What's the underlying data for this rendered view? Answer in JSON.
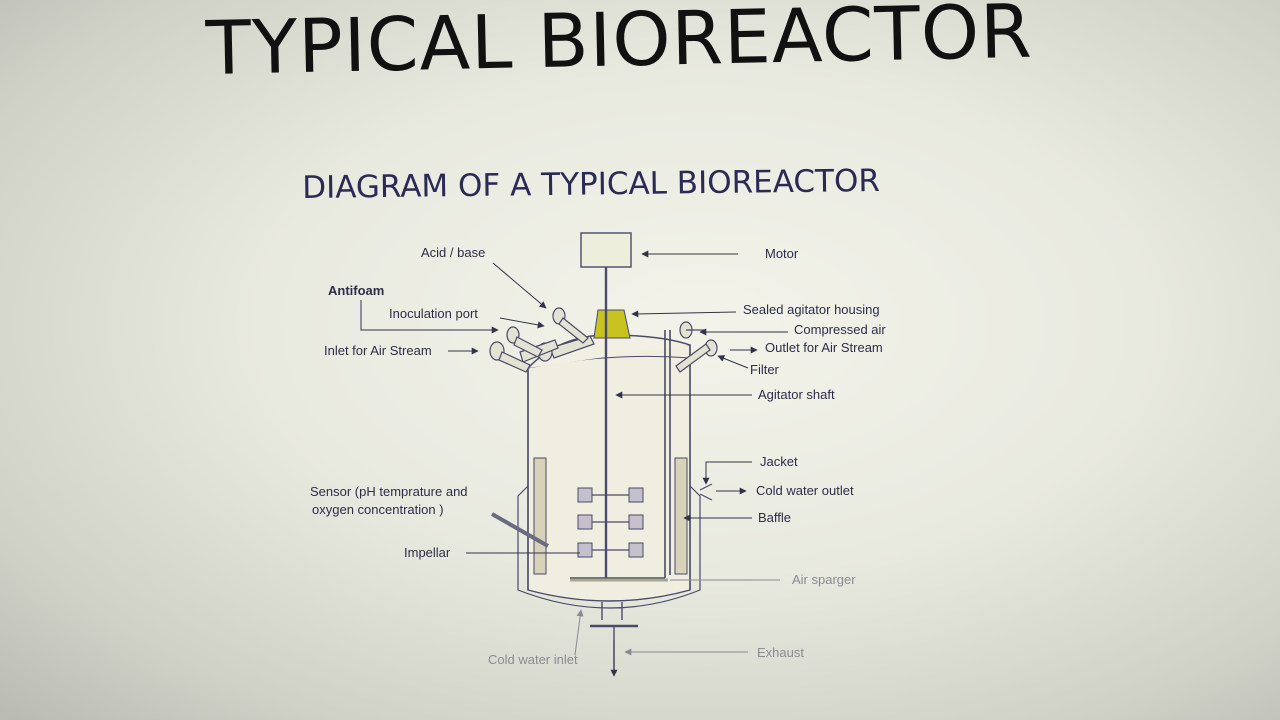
{
  "slide": {
    "title": "TYPICAL BIOREACTOR",
    "subtitle": "DIAGRAM OF A TYPICAL BIOREACTOR"
  },
  "labels": {
    "motor": "Motor",
    "acid_base": "Acid / base",
    "antifoam": "Antifoam",
    "inoculation_port": "Inoculation port",
    "inlet_air": "Inlet for Air Stream",
    "sealed_housing": "Sealed agitator housing",
    "compressed_air": "Compressed air",
    "outlet_air": "Outlet for Air Stream",
    "filter": "Filter",
    "agitator_shaft": "Agitator shaft",
    "jacket": "Jacket",
    "cold_water_outlet": "Cold water outlet",
    "baffle": "Baffle",
    "sensor_line1": "Sensor (pH temprature and",
    "sensor_line2": "oxygen concentration )",
    "impellar": "Impellar",
    "air_sparger": "Air sparger",
    "exhaust": "Exhaust",
    "cold_water_inlet": "Cold water inlet"
  },
  "colors": {
    "housing": "#c8c220",
    "line": "#4a4a6a"
  }
}
